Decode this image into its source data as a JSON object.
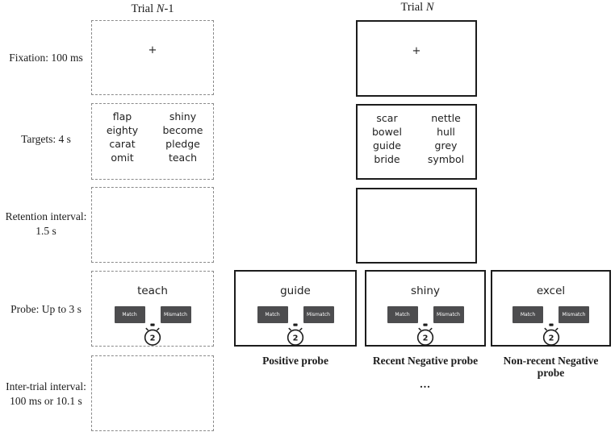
{
  "headers": {
    "trial_prev": {
      "prefix": "Trial ",
      "var": "N",
      "suffix": "-1"
    },
    "trial_current": {
      "prefix": "Trial ",
      "var": "N",
      "suffix": ""
    }
  },
  "row_labels": {
    "fixation": "Fixation: 100 ms",
    "targets": "Targets: 4 s",
    "retention": "Retention interval:\n1.5 s",
    "probe": "Probe: Up to 3 s",
    "iti": "Inter-trial interval:\n100 ms or 10.1 s"
  },
  "fixation_cross": "+",
  "targets": {
    "trial_prev": {
      "col1": [
        "flap",
        "eighty",
        "carat",
        "omit"
      ],
      "col2": [
        "shiny",
        "become",
        "pledge",
        "teach"
      ]
    },
    "trial_current": {
      "col1": [
        "scar",
        "bowel",
        "guide",
        "bride"
      ],
      "col2": [
        "nettle",
        "hull",
        "grey",
        "symbol"
      ]
    }
  },
  "probe_buttons": {
    "match": "Match",
    "mismatch": "Mismatch"
  },
  "timer_value": "2",
  "probes": {
    "prev": {
      "word": "teach"
    },
    "positive": {
      "word": "guide",
      "label": "Positive probe"
    },
    "recent_negative": {
      "word": "shiny",
      "label": "Recent Negative probe"
    },
    "nonrecent_negative": {
      "word": "excel",
      "label": "Non-recent Negative probe"
    }
  },
  "ellipsis": "...",
  "colors": {
    "button_bg": "#4d4d4f",
    "solid_border": "#1c1c1c",
    "dashed_border": "#8a8a8a"
  }
}
